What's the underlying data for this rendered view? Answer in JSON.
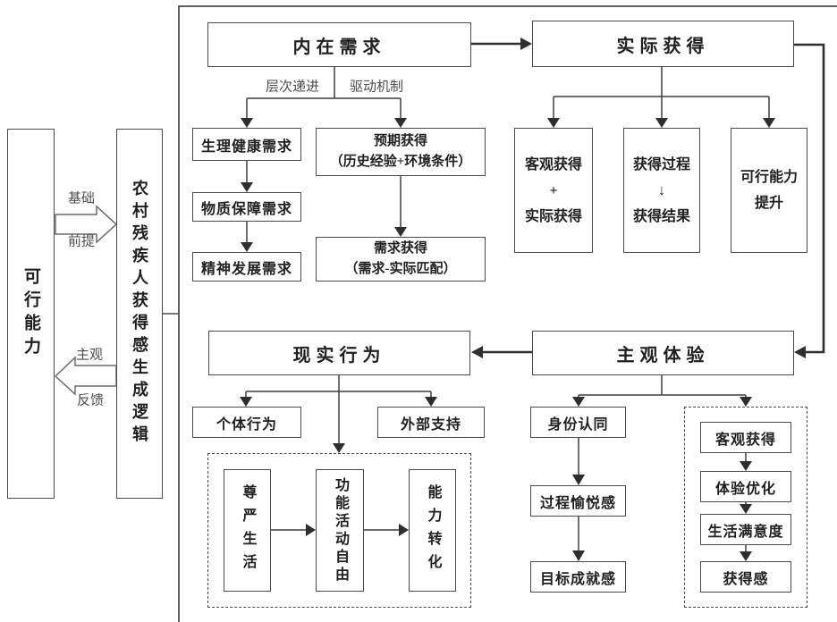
{
  "colors": {
    "line": "#3f3f3f",
    "border": "#4a4a4a",
    "text": "#1f1f1f",
    "label": "#4d4d4d"
  },
  "left": {
    "capability": "可行能力",
    "logic": "农村残疾人获得感生成逻辑",
    "basis_top": "基础",
    "basis_bottom": "前提",
    "feedback_top": "主观",
    "feedback_bottom": "反馈"
  },
  "needs": {
    "title": "内在需求",
    "label_left": "层次递进",
    "label_right": "驱动机制",
    "chain": [
      "生理健康需求",
      "物质保障需求",
      "精神发展需求"
    ],
    "expected_line1": "预期获得",
    "expected_line2": "（历史经验+环境条件）",
    "match_line1": "需求获得",
    "match_line2": "（需求-实际匹配）"
  },
  "actual_gain": {
    "title": "实际获得",
    "col1": [
      "客观获得",
      "+",
      "实际获得"
    ],
    "col2": [
      "获得过程",
      "↓",
      "获得结果"
    ],
    "col3": [
      "可行能力",
      "提升"
    ]
  },
  "behavior": {
    "title": "现实行为",
    "individual": "个体行为",
    "external": "外部支持",
    "dignity": "尊严生活",
    "freedom": "功能活动自由",
    "conversion": "能力转化"
  },
  "experience": {
    "title": "主观体验",
    "identity": "身份认同",
    "pleasure": "过程愉悦感",
    "achievement": "目标成就感",
    "objective": "客观获得",
    "optimize": "体验优化",
    "satisfaction": "生活满意度",
    "gain": "获得感"
  }
}
